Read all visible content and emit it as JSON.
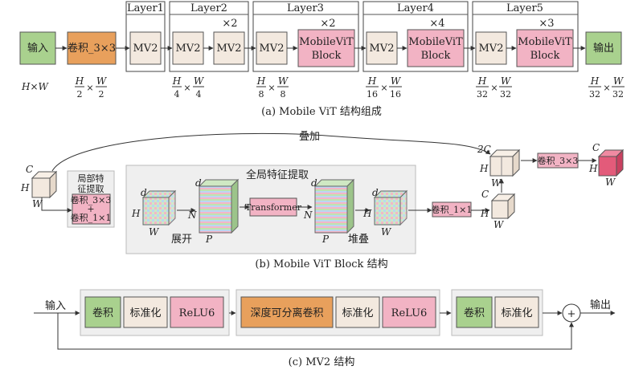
{
  "colors": {
    "green": "#a9d18e",
    "orange": "#e8a05c",
    "beige": "#f3e9df",
    "pink": "#f2b3c4",
    "pink_dark": "#e35b7a",
    "gray_panel": "#efefef"
  },
  "a": {
    "input": "输入",
    "conv": "卷积_3×3",
    "output": "输出",
    "layers": [
      "Layer1",
      "Layer2",
      "Layer3",
      "Layer4",
      "Layer5"
    ],
    "mv2": "MV2",
    "mvit_line1": "MobileViT",
    "mvit_line2": "Block",
    "repeat_l2": "×2",
    "repeat_l3": "×2",
    "repeat_l4": "×4",
    "repeat_l5": "×3",
    "hw": "H×W",
    "sizes": [
      {
        "num": "H",
        "den": "2",
        "num2": "W",
        "den2": "2"
      },
      {
        "num": "H",
        "den": "4",
        "num2": "W",
        "den2": "4"
      },
      {
        "num": "H",
        "den": "8",
        "num2": "W",
        "den2": "8"
      },
      {
        "num": "H",
        "den": "16",
        "num2": "W",
        "den2": "16"
      },
      {
        "num": "H",
        "den": "32",
        "num2": "W",
        "den2": "32"
      },
      {
        "num": "H",
        "den": "32",
        "num2": "W",
        "den2": "32"
      }
    ],
    "caption": "(a) Mobile ViT 结构组成"
  },
  "b": {
    "add_label": "叠加",
    "local_title_1": "局部特",
    "local_title_2": "征提取",
    "local_conv1": "卷积_3×3",
    "local_plus": "+",
    "local_conv2": "卷积_1×1",
    "global_title": "全局特征提取",
    "transformer": "Transformer",
    "unfold": "展开",
    "fold": "堆叠",
    "conv1x1": "卷积_1×1",
    "conv3x3": "卷积_3×3",
    "dims": {
      "C": "C",
      "H": "H",
      "W": "W",
      "d": "d",
      "N": "N",
      "P": "P",
      "C2": "2C"
    },
    "caption": "(b) Mobile ViT Block 结构"
  },
  "c": {
    "input": "输入",
    "output": "输出",
    "conv": "卷积",
    "norm": "标准化",
    "relu": "ReLU6",
    "dwconv": "深度可分离卷积",
    "plus": "+",
    "caption": "(c) MV2 结构"
  }
}
